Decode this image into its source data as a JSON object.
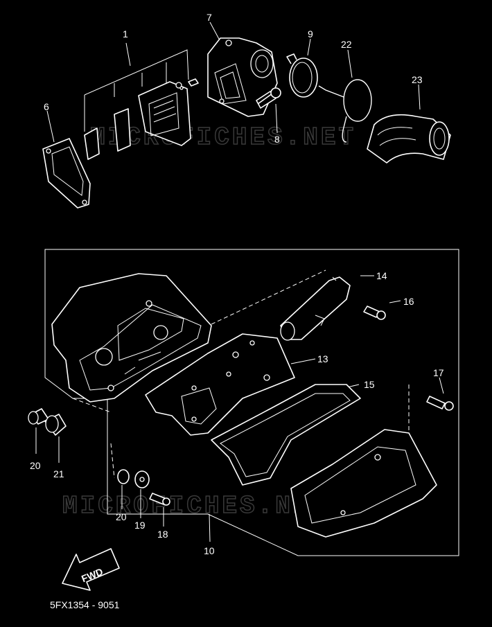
{
  "diagram": {
    "reference_code": "5FX1354 - 9051",
    "direction_label": "FWD",
    "watermark_text": "MICROFICHES.NET",
    "part_numbers": {
      "p1": "1",
      "p6": "6",
      "p7": "7",
      "p8": "8",
      "p9": "9",
      "p22": "22",
      "p23": "23",
      "p14": "14",
      "p16": "16",
      "p13": "13",
      "p15": "15",
      "p17": "17",
      "p10": "10",
      "p20a": "20",
      "p21": "21",
      "p20b": "20",
      "p19": "19",
      "p18": "18"
    }
  },
  "colors": {
    "background": "#000000",
    "line": "#ffffff",
    "watermark": "#3a3a3a"
  }
}
